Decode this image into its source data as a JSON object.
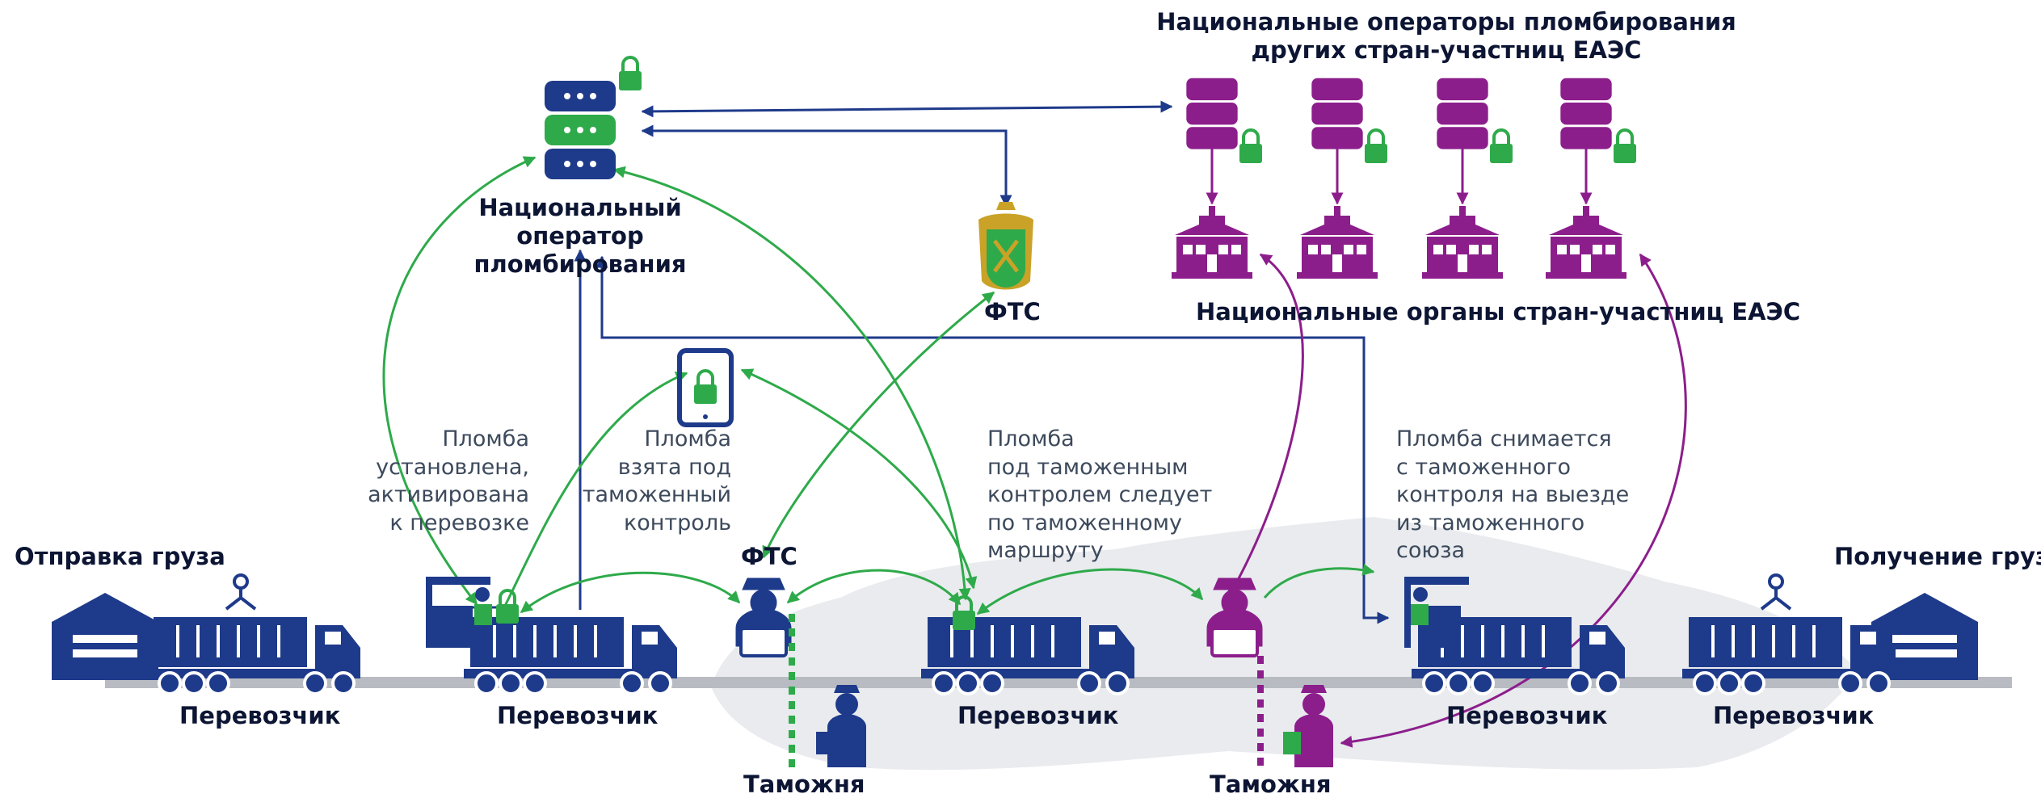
{
  "colors": {
    "blue": "#1e3a8a",
    "green": "#2eaa4a",
    "purple": "#8c1e8c",
    "road": "#b8bcc2",
    "map": "#e9ebee"
  },
  "headers": {
    "foreign_operators": "Национальные операторы пломбирования\nдругих стран-участниц ЕАЭС",
    "foreign_authorities": "Национальные органы стран-участниц ЕАЭС",
    "national_operator": "Национальный\nоператор пломбирования",
    "fts_top": "ФТС",
    "fts_mid": "ФТС"
  },
  "ends": {
    "shipment": "Отправка груза",
    "receipt": "Получение груза"
  },
  "carriers": [
    "Перевозчик",
    "Перевозчик",
    "Перевозчик",
    "Перевозчик",
    "Перевозчик"
  ],
  "customs": [
    "Таможня",
    "Таможня"
  ],
  "notes": {
    "installed": "Пломба\nустановлена,\nактивирована\nк перевозке",
    "taken": "Пломба\nвзята под\nтаможенный\nконтроль",
    "route": "Пломба\nпод таможенным\nконтролем следует\nпо таможенному\nмаршруту",
    "removed": "Пломба снимается\nс таможенного\nконтроля на выезде\nиз таможенного\nсоюза"
  },
  "icons": {
    "server": "database-server-icon",
    "lock": "padlock-icon",
    "building": "government-building-icon",
    "emblem": "fts-emblem-icon",
    "tablet": "tablet-icon",
    "officer": "customs-officer-icon",
    "truck": "container-truck-icon",
    "warehouse": "warehouse-icon",
    "crane": "crane-icon"
  }
}
